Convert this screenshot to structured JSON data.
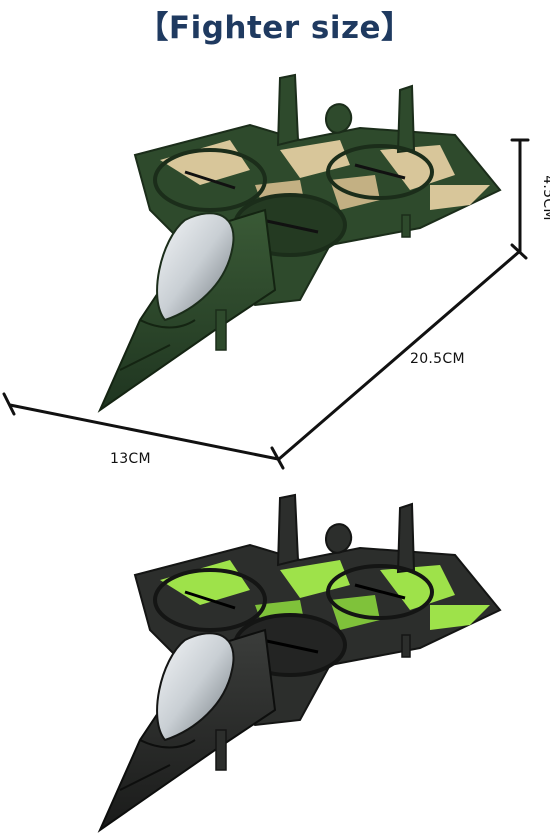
{
  "title": "【Fighter size】",
  "dimensions": {
    "width": "13CM",
    "length": "20.5CM",
    "height": "4.5CM"
  },
  "colors": {
    "title": "#1f3a60",
    "camo_green_dark": "#2e4a2c",
    "camo_tan": "#d8c69a",
    "black_body": "#2c2e2c",
    "neon_green": "#9ee24a",
    "canopy": "#c9cfd4"
  },
  "products": [
    {
      "variant": "green-camouflage"
    },
    {
      "variant": "black-neon-green"
    }
  ]
}
